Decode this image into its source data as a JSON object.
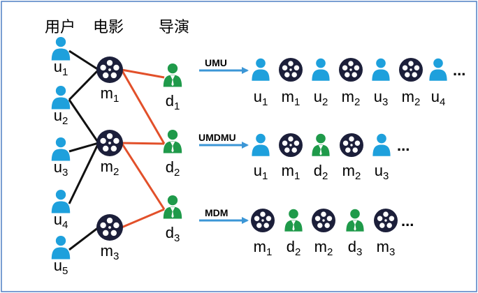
{
  "headers": {
    "users": "用户",
    "movies": "电影",
    "directors": "导演"
  },
  "colors": {
    "user": "#1ea0dc",
    "movie": "#1c1f3a",
    "director": "#1f9a4a",
    "user_movie_edge": "#111111",
    "movie_director_edge": "#e2502a",
    "arrow": "#3b96d6",
    "border": "#4f7ec4"
  },
  "users": [
    {
      "id": "u1",
      "base": "u",
      "sub": "1"
    },
    {
      "id": "u2",
      "base": "u",
      "sub": "2"
    },
    {
      "id": "u3",
      "base": "u",
      "sub": "3"
    },
    {
      "id": "u4",
      "base": "u",
      "sub": "4"
    },
    {
      "id": "u5",
      "base": "u",
      "sub": "5"
    }
  ],
  "movies": [
    {
      "id": "m1",
      "base": "m",
      "sub": "1"
    },
    {
      "id": "m2",
      "base": "m",
      "sub": "2"
    },
    {
      "id": "m3",
      "base": "m",
      "sub": "3"
    }
  ],
  "directors": [
    {
      "id": "d1",
      "base": "d",
      "sub": "1"
    },
    {
      "id": "d2",
      "base": "d",
      "sub": "2"
    },
    {
      "id": "d3",
      "base": "d",
      "sub": "3"
    }
  ],
  "user_movie_edges": [
    [
      "u1",
      "m1"
    ],
    [
      "u2",
      "m1"
    ],
    [
      "u2",
      "m2"
    ],
    [
      "u3",
      "m2"
    ],
    [
      "u4",
      "m2"
    ],
    [
      "u5",
      "m3"
    ]
  ],
  "movie_director_edges": [
    [
      "m1",
      "d1"
    ],
    [
      "m1",
      "d2"
    ],
    [
      "m2",
      "d2"
    ],
    [
      "m2",
      "d3"
    ],
    [
      "m3",
      "d3"
    ]
  ],
  "meta_paths": [
    {
      "label": "UMU",
      "sequence": [
        "u1",
        "m1",
        "u2",
        "m2",
        "u3",
        "m2",
        "u4"
      ],
      "ellipsis": "..."
    },
    {
      "label": "UMDMU",
      "sequence": [
        "u1",
        "m1",
        "d2",
        "m2",
        "u3"
      ],
      "ellipsis": "..."
    },
    {
      "label": "MDM",
      "sequence": [
        "m1",
        "d2",
        "m2",
        "d3",
        "m3"
      ],
      "ellipsis": "..."
    }
  ]
}
